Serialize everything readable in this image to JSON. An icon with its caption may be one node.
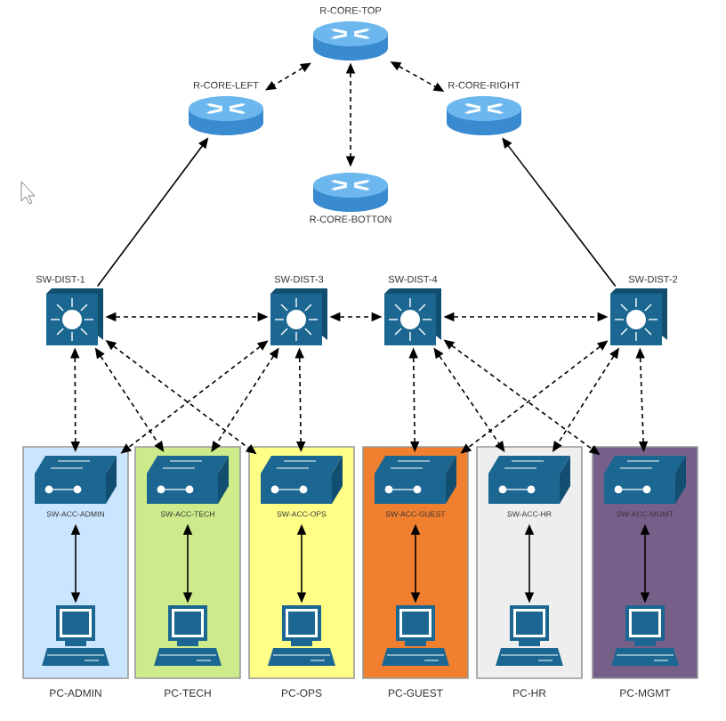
{
  "diagram": {
    "nodes": [
      {
        "text": [
          "R-CORE-TOP"
        ]
      },
      {
        "text": [
          "R-CORE-LEFT"
        ]
      },
      {
        "text": [
          "R-CORE-RIGHT"
        ]
      },
      {
        "text": [
          "R-CORE-BOTTON"
        ]
      },
      {
        "text": [
          "SW-DIST-1"
        ]
      },
      {
        "text": [
          "SW-DIST-3"
        ]
      },
      {
        "text": [
          "SW-DIST-4"
        ]
      },
      {
        "text": [
          "SW-DIST-2"
        ]
      },
      {
        "text": [],
        "shape": "box"
      },
      {
        "text": [
          "SW-ACC-ADMIN"
        ],
        "in": 8
      },
      {
        "text": [
          "PC-ADMIN"
        ],
        "in": 8
      },
      {
        "text": [],
        "shape": "box"
      },
      {
        "text": [
          "SW-ACC-TECH"
        ],
        "in": 11
      },
      {
        "text": [
          "PC-TECH"
        ],
        "in": 11
      },
      {
        "text": [],
        "shape": "box"
      },
      {
        "text": [
          "SW-ACC-OPS"
        ],
        "in": 14
      },
      {
        "text": [
          "PC-OPS"
        ],
        "in": 14
      },
      {
        "text": [],
        "shape": "box"
      },
      {
        "text": [
          "SW-ACC-GUEST"
        ],
        "in": 17
      },
      {
        "text": [
          "PC-GUEST"
        ],
        "in": 17
      },
      {
        "text": [],
        "shape": "box"
      },
      {
        "text": [
          "SW-ACC-HR"
        ],
        "in": 20
      },
      {
        "text": [
          "PC-HR"
        ],
        "in": 20
      },
      {
        "text": [],
        "shape": "box"
      },
      {
        "text": [
          "SW-ACC-MGMT"
        ],
        "in": 23
      },
      {
        "text": [
          "PC-MGMT"
        ],
        "in": 23
      }
    ],
    "edges": [
      {
        "from": 0,
        "to": 1,
        "arrow": "both",
        "style": "dashed"
      },
      {
        "from": 0,
        "to": 2,
        "arrow": "both",
        "style": "dashed"
      },
      {
        "from": 0,
        "to": 3,
        "arrow": "both",
        "style": "dashed"
      },
      {
        "from": 4,
        "to": 1,
        "arrow": "to"
      },
      {
        "from": 7,
        "to": 2,
        "arrow": "to"
      },
      {
        "from": 4,
        "to": 5,
        "arrow": "both",
        "style": "dashed"
      },
      {
        "from": 5,
        "to": 6,
        "arrow": "both",
        "style": "dashed"
      },
      {
        "from": 6,
        "to": 7,
        "arrow": "both",
        "style": "dashed"
      },
      {
        "from": 4,
        "to": 9,
        "arrow": "both",
        "style": "dashed"
      },
      {
        "from": 4,
        "to": 12,
        "arrow": "both",
        "style": "dashed"
      },
      {
        "from": 4,
        "to": 15,
        "arrow": "both",
        "style": "dashed"
      },
      {
        "from": 5,
        "to": 9,
        "arrow": "both",
        "style": "dashed"
      },
      {
        "from": 5,
        "to": 12,
        "arrow": "both",
        "style": "dashed"
      },
      {
        "from": 5,
        "to": 15,
        "arrow": "both",
        "style": "dashed"
      },
      {
        "from": 6,
        "to": 18,
        "arrow": "both",
        "style": "dashed"
      },
      {
        "from": 6,
        "to": 21,
        "arrow": "both",
        "style": "dashed"
      },
      {
        "from": 6,
        "to": 24,
        "arrow": "both",
        "style": "dashed"
      },
      {
        "from": 7,
        "to": 18,
        "arrow": "both",
        "style": "dashed"
      },
      {
        "from": 7,
        "to": 21,
        "arrow": "both",
        "style": "dashed"
      },
      {
        "from": 7,
        "to": 24,
        "arrow": "both",
        "style": "dashed"
      },
      {
        "from": 9,
        "to": 10,
        "arrow": "both"
      },
      {
        "from": 12,
        "to": 13,
        "arrow": "both"
      },
      {
        "from": 15,
        "to": 16,
        "arrow": "both"
      },
      {
        "from": 18,
        "to": 19,
        "arrow": "both"
      },
      {
        "from": 21,
        "to": 22,
        "arrow": "both"
      },
      {
        "from": 24,
        "to": 25,
        "arrow": "both"
      }
    ]
  }
}
